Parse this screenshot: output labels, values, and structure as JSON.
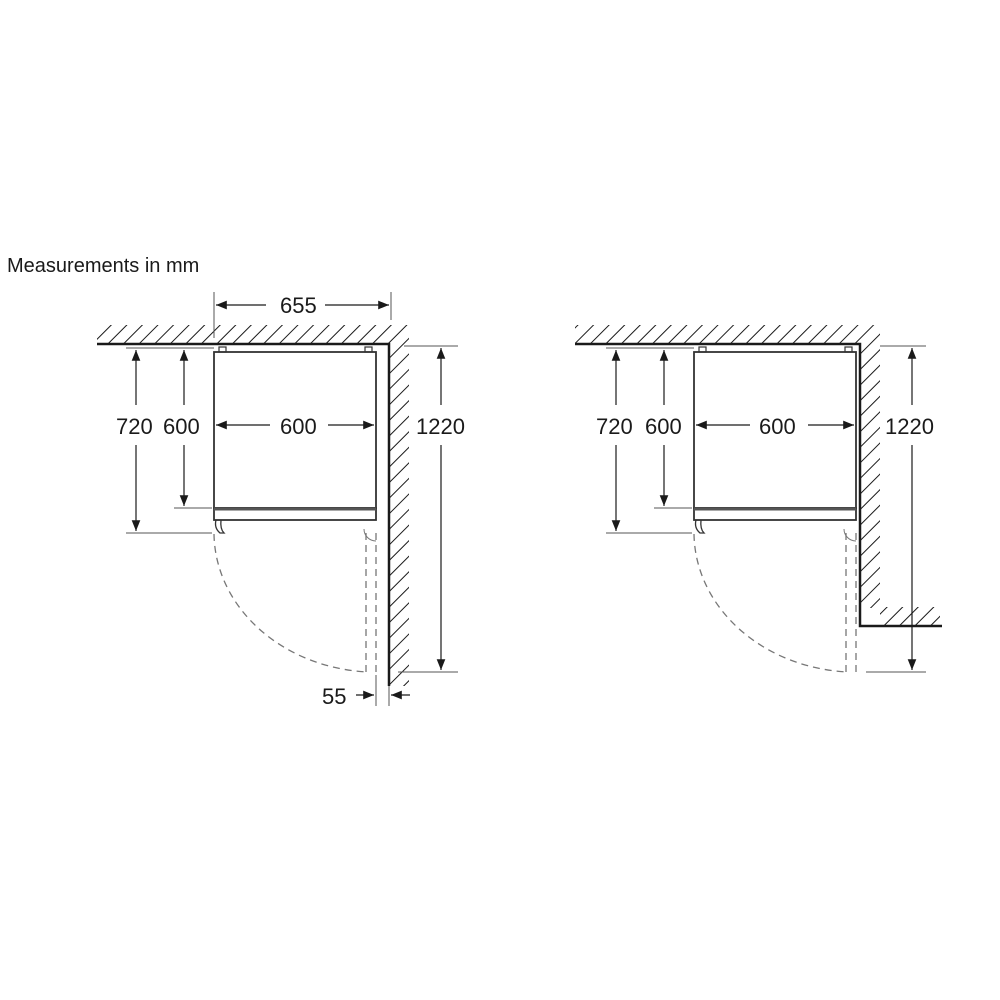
{
  "title": "Measurements in mm",
  "colors": {
    "line": "#1a1a1a",
    "dim": "#333333",
    "dashed": "#777777",
    "background": "#ffffff"
  },
  "left_diagram": {
    "name": "installation-flush-wall",
    "dimensions": {
      "top_width": "655",
      "depth_with_door": "720",
      "depth_body": "600",
      "width": "600",
      "door_open_depth": "1220",
      "side_clearance": "55"
    }
  },
  "right_diagram": {
    "name": "installation-niche-wall",
    "dimensions": {
      "depth_with_door": "720",
      "depth_body": "600",
      "width": "600",
      "door_open_depth": "1220"
    }
  }
}
